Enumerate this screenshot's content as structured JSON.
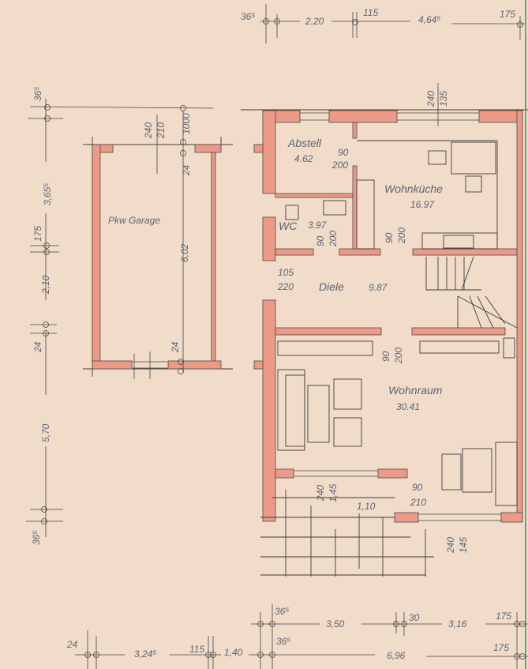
{
  "colors": {
    "paper": "#f0dcc8",
    "wall": "#ec9a86",
    "pencil": "#5d6478"
  },
  "rooms": {
    "garage": {
      "name": "Pkw Garage"
    },
    "abstell": {
      "name": "Abstell",
      "area": "4.62"
    },
    "kitchen": {
      "name": "Wohnküche",
      "area": "16.97"
    },
    "wc": {
      "name": "WC",
      "area": "3.97"
    },
    "diele": {
      "name": "Diele",
      "area": "9.87"
    },
    "wohnraum": {
      "name": "Wohnraum",
      "area": "30.41"
    }
  },
  "dims": {
    "top": [
      "36⁵",
      "2.20",
      "115",
      "4,64⁵",
      "175"
    ],
    "top_window": [
      "240",
      "135"
    ],
    "left": [
      "36⁵",
      "3,65⁵",
      "175",
      "2,10",
      "24",
      "5,70",
      "36⁵"
    ],
    "garage": [
      "240",
      "210",
      "1000",
      "24",
      "6,02",
      "24"
    ],
    "abstell_door": [
      "90",
      "200"
    ],
    "wc_door": [
      "90",
      "200"
    ],
    "kitchen_door": [
      "90",
      "200"
    ],
    "entry": [
      "105",
      "220"
    ],
    "wohn_door": [
      "90",
      "200"
    ],
    "terrace_window": [
      "240",
      "1,45"
    ],
    "terrace_door": [
      "90",
      "210"
    ],
    "terrace_len": "1,10",
    "south_window": [
      "240",
      "145"
    ],
    "bottom1": [
      "36⁵",
      "3,50",
      "30",
      "3,16",
      "175"
    ],
    "bottom2": [
      "24",
      "3,24⁵",
      "115",
      "1,40",
      "36⁵",
      "6,96",
      "175"
    ]
  }
}
